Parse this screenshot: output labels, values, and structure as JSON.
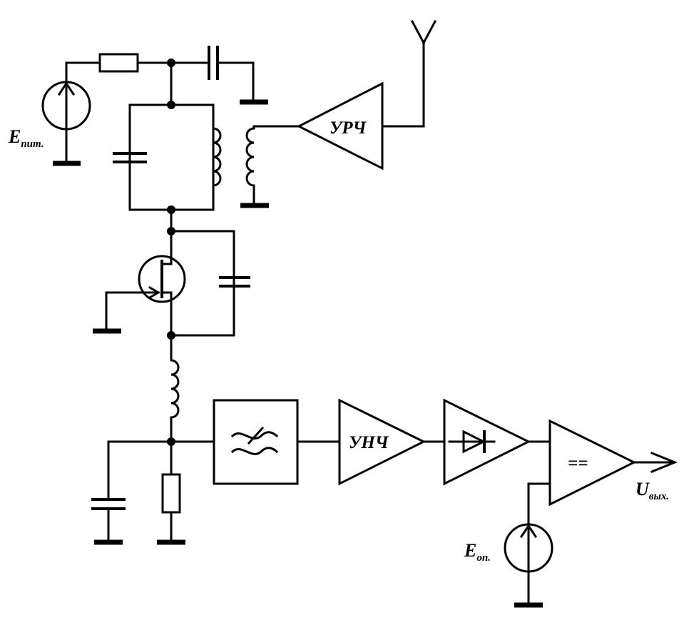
{
  "diagram": {
    "labels": {
      "e_supply_main": "E",
      "e_supply_sub": "пит.",
      "e_ref_main": "E",
      "e_ref_sub": "оп.",
      "u_out_main": "U",
      "u_out_sub": "вых."
    },
    "blocks": {
      "rf_amp": "УРЧ",
      "af_amp": "УНЧ",
      "comparator": "=="
    },
    "icons": {
      "antenna": "antenna-icon",
      "filter": "bandpass-filter-icon",
      "detector": "diode-icon",
      "jfet": "jfet-icon"
    }
  }
}
